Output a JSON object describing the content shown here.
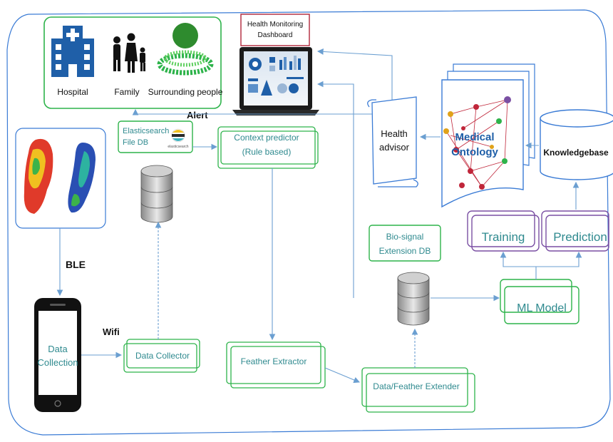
{
  "stakeholders": {
    "hospital": "Hospital",
    "family": "Family",
    "surrounding": "Surrounding people"
  },
  "dashboard": {
    "title_line1": "Health Monitoring",
    "title_line2": "Dashboard"
  },
  "alert_label": "Alert",
  "elasticsearch": {
    "line1": "Elasticsearch",
    "line2": "File DB",
    "logo_text": "elasticsearch"
  },
  "context_predictor": {
    "line1": "Context predictor",
    "line2": "(Rule based)"
  },
  "health_advisor": {
    "line1": "Health",
    "line2": "advisor"
  },
  "medical_ontology": {
    "line1": "Medical",
    "line2": "Ontology"
  },
  "knowledgebase": "Knowledgebase",
  "training": "Training",
  "prediction": "Prediction",
  "biosignal_db": {
    "line1": "Bio-signal",
    "line2": "Extension DB"
  },
  "ml_model": "ML Model",
  "ble_label": "BLE",
  "wifi_label": "Wifi",
  "data_collection": {
    "line1": "Data",
    "line2": "Collection"
  },
  "data_collector": "Data Collector",
  "feather_extractor": "Feather Extractor",
  "data_feather_extender": "Data/Feather Extender",
  "colors": {
    "teal": "#2f8a8f",
    "green": "#2db34a",
    "purple": "#7a4fa3",
    "arrow": "#6b9fd1",
    "hospital_blue": "#1f5fa8",
    "crimson": "#b0263a"
  }
}
